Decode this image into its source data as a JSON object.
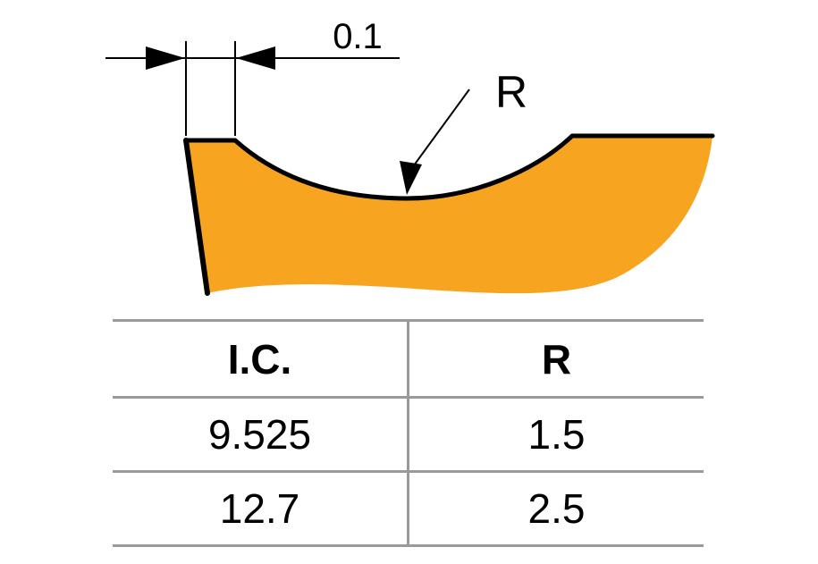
{
  "colors": {
    "insert_fill": "#f7a521",
    "outline": "#000000",
    "table_rule": "#9a9a9a"
  },
  "diagram": {
    "dimension_label": "0.1",
    "radius_label": "R"
  },
  "table": {
    "headers": [
      "I.C.",
      "R"
    ],
    "rows": [
      [
        "9.525",
        "1.5"
      ],
      [
        "12.7",
        "2.5"
      ]
    ]
  }
}
